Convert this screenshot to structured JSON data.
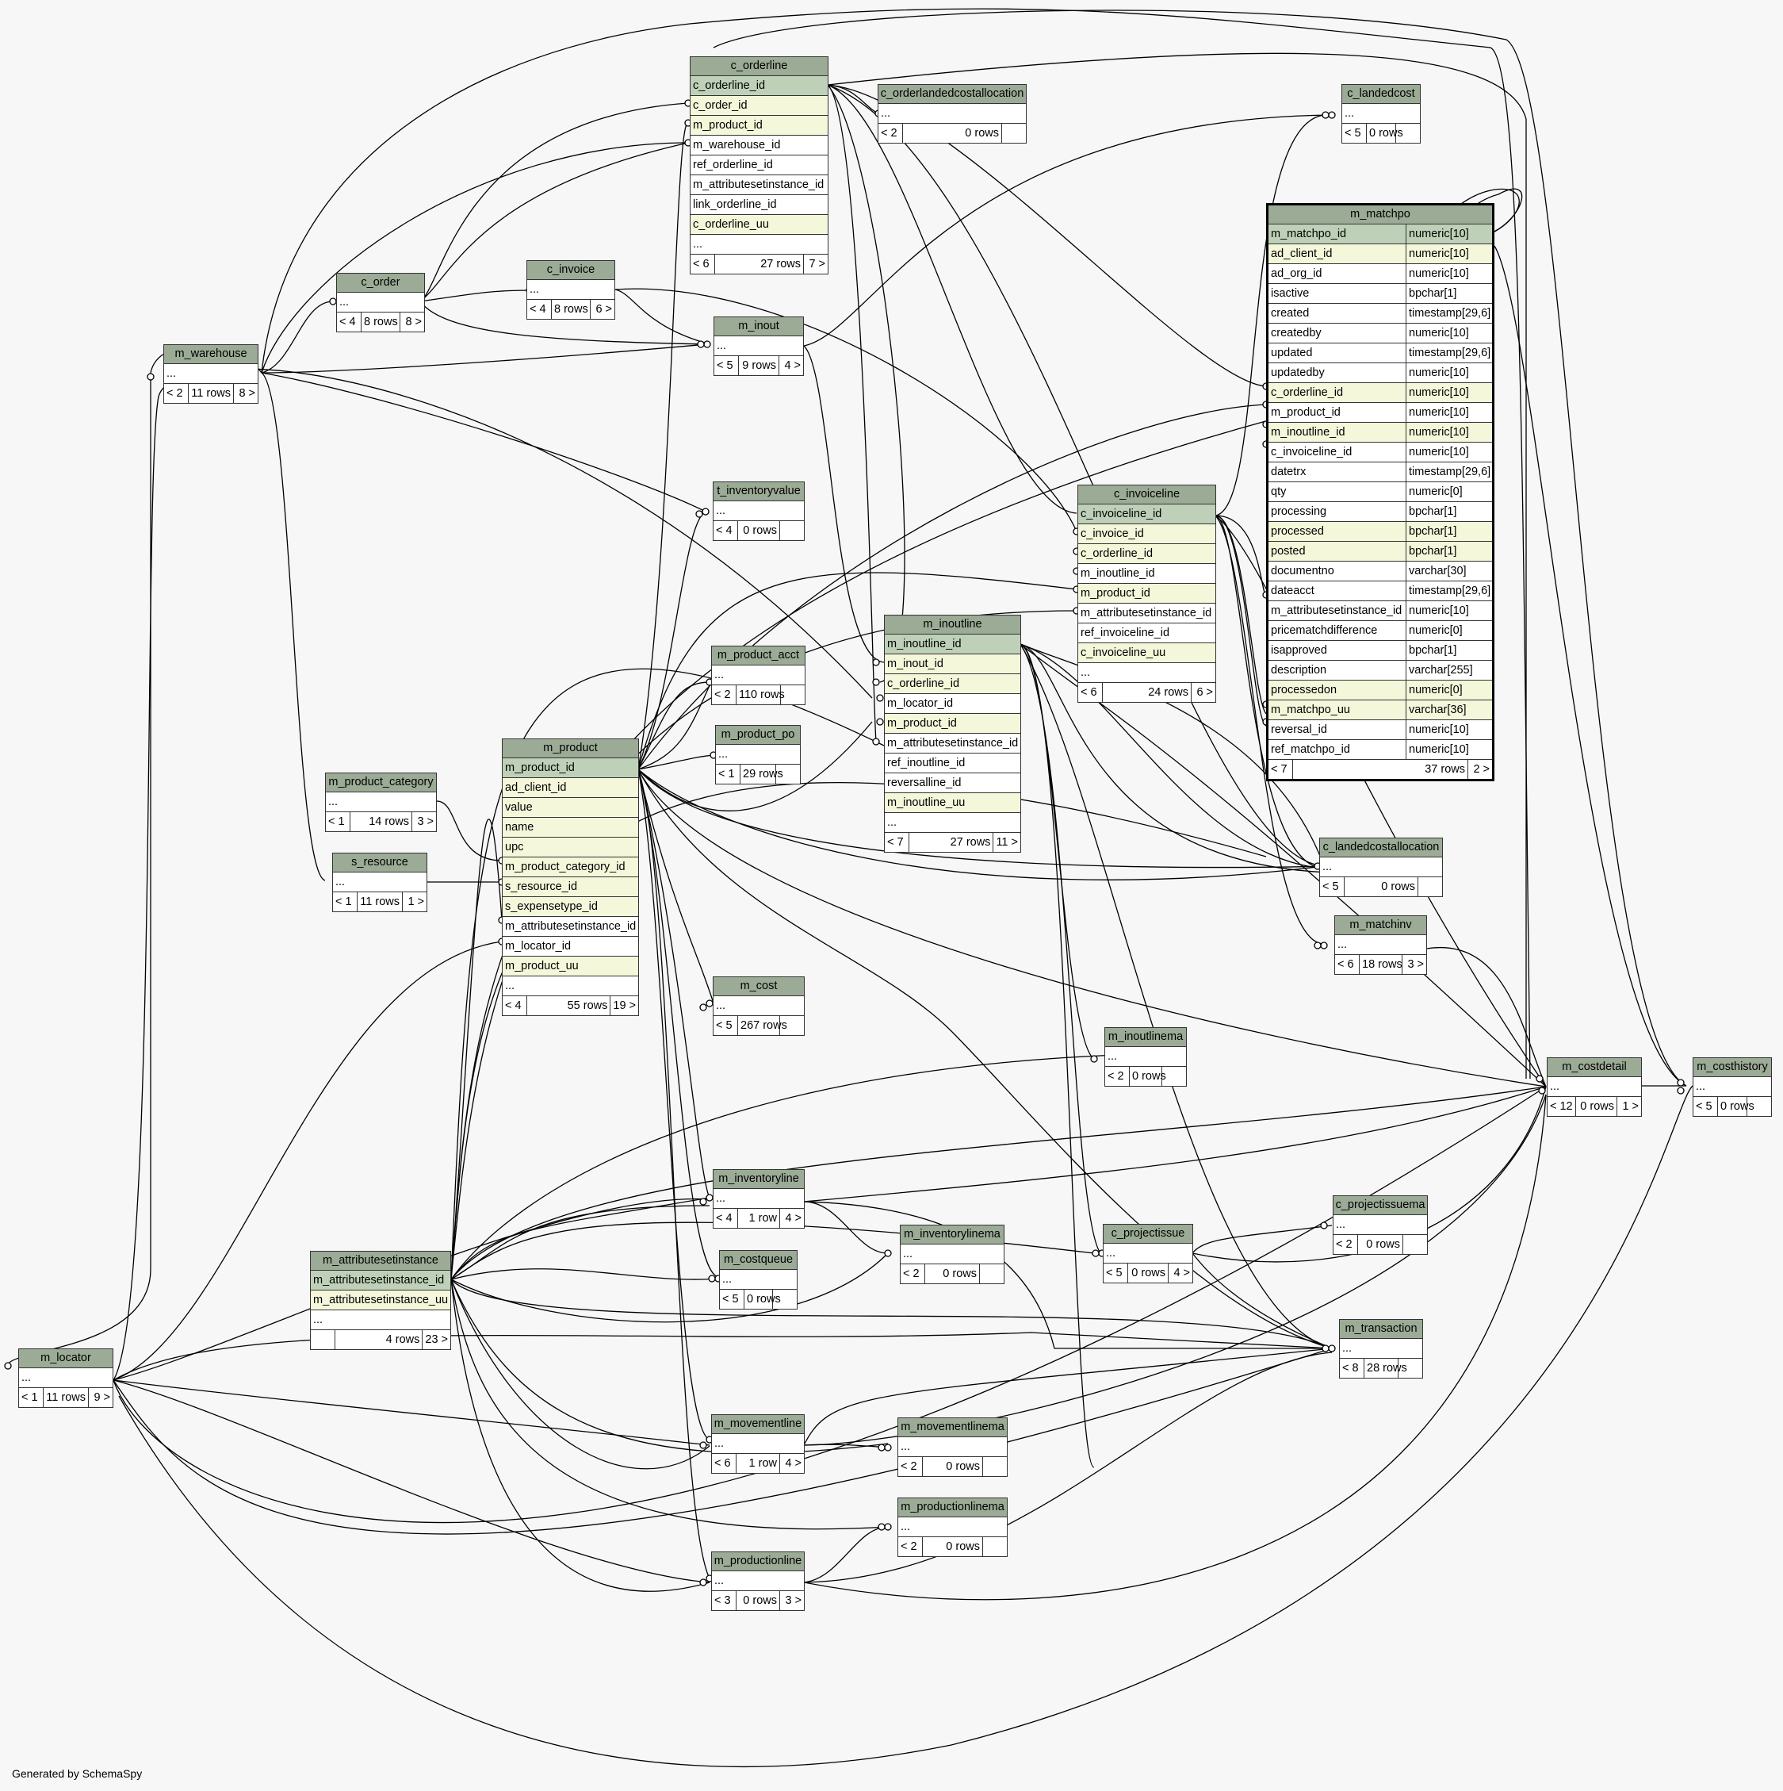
{
  "footer": "Generated by SchemaSpy",
  "tables": [
    {
      "id": "c_orderline",
      "name": "c_orderline",
      "rows": [
        {
          "name": "c_orderline_id",
          "kind": "pk"
        },
        {
          "name": "c_order_id",
          "kind": "fk"
        },
        {
          "name": "m_product_id",
          "kind": "fk"
        },
        {
          "name": "m_warehouse_id",
          "kind": ""
        },
        {
          "name": "ref_orderline_id",
          "kind": ""
        },
        {
          "name": "m_attributesetinstance_id",
          "kind": ""
        },
        {
          "name": "link_orderline_id",
          "kind": ""
        },
        {
          "name": "c_orderline_uu",
          "kind": "fk"
        },
        {
          "name": "...",
          "kind": ""
        }
      ],
      "footer": [
        "< 6",
        "27 rows",
        "7 >"
      ]
    },
    {
      "id": "c_orderlandedcostallocation",
      "name": "c_orderlandedcostallocation",
      "rows": [
        {
          "name": "...",
          "kind": ""
        }
      ],
      "footer": [
        "< 2",
        "0 rows",
        ""
      ]
    },
    {
      "id": "c_landedcost",
      "name": "c_landedcost",
      "rows": [
        {
          "name": "...",
          "kind": ""
        }
      ],
      "footer": [
        "< 5",
        "0 rows",
        ""
      ]
    },
    {
      "id": "m_matchpo",
      "name": "m_matchpo",
      "selected": true,
      "rows": [
        {
          "name": "m_matchpo_id",
          "type": "numeric[10]",
          "kind": "pk"
        },
        {
          "name": "ad_client_id",
          "type": "numeric[10]",
          "kind": "fk"
        },
        {
          "name": "ad_org_id",
          "type": "numeric[10]",
          "kind": ""
        },
        {
          "name": "isactive",
          "type": "bpchar[1]",
          "kind": ""
        },
        {
          "name": "created",
          "type": "timestamp[29,6]",
          "kind": ""
        },
        {
          "name": "createdby",
          "type": "numeric[10]",
          "kind": ""
        },
        {
          "name": "updated",
          "type": "timestamp[29,6]",
          "kind": ""
        },
        {
          "name": "updatedby",
          "type": "numeric[10]",
          "kind": ""
        },
        {
          "name": "c_orderline_id",
          "type": "numeric[10]",
          "kind": "fk"
        },
        {
          "name": "m_product_id",
          "type": "numeric[10]",
          "kind": ""
        },
        {
          "name": "m_inoutline_id",
          "type": "numeric[10]",
          "kind": "fk"
        },
        {
          "name": "c_invoiceline_id",
          "type": "numeric[10]",
          "kind": ""
        },
        {
          "name": "datetrx",
          "type": "timestamp[29,6]",
          "kind": ""
        },
        {
          "name": "qty",
          "type": "numeric[0]",
          "kind": ""
        },
        {
          "name": "processing",
          "type": "bpchar[1]",
          "kind": ""
        },
        {
          "name": "processed",
          "type": "bpchar[1]",
          "kind": "fk"
        },
        {
          "name": "posted",
          "type": "bpchar[1]",
          "kind": "fk"
        },
        {
          "name": "documentno",
          "type": "varchar[30]",
          "kind": ""
        },
        {
          "name": "dateacct",
          "type": "timestamp[29,6]",
          "kind": ""
        },
        {
          "name": "m_attributesetinstance_id",
          "type": "numeric[10]",
          "kind": ""
        },
        {
          "name": "pricematchdifference",
          "type": "numeric[0]",
          "kind": ""
        },
        {
          "name": "isapproved",
          "type": "bpchar[1]",
          "kind": ""
        },
        {
          "name": "description",
          "type": "varchar[255]",
          "kind": ""
        },
        {
          "name": "processedon",
          "type": "numeric[0]",
          "kind": "fk"
        },
        {
          "name": "m_matchpo_uu",
          "type": "varchar[36]",
          "kind": "fk"
        },
        {
          "name": "reversal_id",
          "type": "numeric[10]",
          "kind": ""
        },
        {
          "name": "ref_matchpo_id",
          "type": "numeric[10]",
          "kind": ""
        }
      ],
      "footer": [
        "< 7",
        "37 rows",
        "2 >"
      ]
    },
    {
      "id": "c_order",
      "name": "c_order",
      "rows": [
        {
          "name": "...",
          "kind": ""
        }
      ],
      "footer": [
        "< 4",
        "8 rows",
        "8 >"
      ]
    },
    {
      "id": "c_invoice",
      "name": "c_invoice",
      "rows": [
        {
          "name": "...",
          "kind": ""
        }
      ],
      "footer": [
        "< 4",
        "8 rows",
        "6 >"
      ]
    },
    {
      "id": "m_inout",
      "name": "m_inout",
      "rows": [
        {
          "name": "...",
          "kind": ""
        }
      ],
      "footer": [
        "< 5",
        "9 rows",
        "4 >"
      ]
    },
    {
      "id": "m_warehouse",
      "name": "m_warehouse",
      "rows": [
        {
          "name": "...",
          "kind": ""
        }
      ],
      "footer": [
        "< 2",
        "11 rows",
        "8 >"
      ]
    },
    {
      "id": "t_inventoryvalue",
      "name": "t_inventoryvalue",
      "rows": [
        {
          "name": "...",
          "kind": ""
        }
      ],
      "footer": [
        "< 4",
        "0 rows",
        ""
      ]
    },
    {
      "id": "c_invoiceline",
      "name": "c_invoiceline",
      "rows": [
        {
          "name": "c_invoiceline_id",
          "kind": "pk"
        },
        {
          "name": "c_invoice_id",
          "kind": "fk"
        },
        {
          "name": "c_orderline_id",
          "kind": "fk"
        },
        {
          "name": "m_inoutline_id",
          "kind": ""
        },
        {
          "name": "m_product_id",
          "kind": "fk"
        },
        {
          "name": "m_attributesetinstance_id",
          "kind": ""
        },
        {
          "name": "ref_invoiceline_id",
          "kind": ""
        },
        {
          "name": "c_invoiceline_uu",
          "kind": "fk"
        },
        {
          "name": "...",
          "kind": ""
        }
      ],
      "footer": [
        "< 6",
        "24 rows",
        "6 >"
      ]
    },
    {
      "id": "m_inoutline",
      "name": "m_inoutline",
      "rows": [
        {
          "name": "m_inoutline_id",
          "kind": "pk"
        },
        {
          "name": "m_inout_id",
          "kind": "fk"
        },
        {
          "name": "c_orderline_id",
          "kind": "fk"
        },
        {
          "name": "m_locator_id",
          "kind": ""
        },
        {
          "name": "m_product_id",
          "kind": "fk"
        },
        {
          "name": "m_attributesetinstance_id",
          "kind": ""
        },
        {
          "name": "ref_inoutline_id",
          "kind": ""
        },
        {
          "name": "reversalline_id",
          "kind": ""
        },
        {
          "name": "m_inoutline_uu",
          "kind": "fk"
        },
        {
          "name": "...",
          "kind": ""
        }
      ],
      "footer": [
        "< 7",
        "27 rows",
        "11 >"
      ]
    },
    {
      "id": "m_product_acct",
      "name": "m_product_acct",
      "rows": [
        {
          "name": "...",
          "kind": ""
        }
      ],
      "footer": [
        "< 2",
        "110 rows",
        ""
      ]
    },
    {
      "id": "m_product_po",
      "name": "m_product_po",
      "rows": [
        {
          "name": "...",
          "kind": ""
        }
      ],
      "footer": [
        "< 1",
        "29 rows",
        ""
      ]
    },
    {
      "id": "m_product",
      "name": "m_product",
      "rows": [
        {
          "name": "m_product_id",
          "kind": "pk"
        },
        {
          "name": "ad_client_id",
          "kind": "fk"
        },
        {
          "name": "value",
          "kind": "fk"
        },
        {
          "name": "name",
          "kind": "fk"
        },
        {
          "name": "upc",
          "kind": "fk"
        },
        {
          "name": "m_product_category_id",
          "kind": "fk"
        },
        {
          "name": "s_resource_id",
          "kind": "fk"
        },
        {
          "name": "s_expensetype_id",
          "kind": "fk"
        },
        {
          "name": "m_attributesetinstance_id",
          "kind": ""
        },
        {
          "name": "m_locator_id",
          "kind": ""
        },
        {
          "name": "m_product_uu",
          "kind": "fk"
        },
        {
          "name": "...",
          "kind": ""
        }
      ],
      "footer": [
        "< 4",
        "55 rows",
        "19 >"
      ]
    },
    {
      "id": "m_product_category",
      "name": "m_product_category",
      "rows": [
        {
          "name": "...",
          "kind": ""
        }
      ],
      "footer": [
        "< 1",
        "14 rows",
        "3 >"
      ]
    },
    {
      "id": "s_resource",
      "name": "s_resource",
      "rows": [
        {
          "name": "...",
          "kind": ""
        }
      ],
      "footer": [
        "< 1",
        "11 rows",
        "1 >"
      ]
    },
    {
      "id": "c_landedcostallocation",
      "name": "c_landedcostallocation",
      "rows": [
        {
          "name": "...",
          "kind": ""
        }
      ],
      "footer": [
        "< 5",
        "0 rows",
        ""
      ]
    },
    {
      "id": "m_matchinv",
      "name": "m_matchinv",
      "rows": [
        {
          "name": "...",
          "kind": ""
        }
      ],
      "footer": [
        "< 6",
        "18 rows",
        "3 >"
      ]
    },
    {
      "id": "m_cost",
      "name": "m_cost",
      "rows": [
        {
          "name": "...",
          "kind": ""
        }
      ],
      "footer": [
        "< 5",
        "267 rows",
        ""
      ]
    },
    {
      "id": "m_inoutlinema",
      "name": "m_inoutlinema",
      "rows": [
        {
          "name": "...",
          "kind": ""
        }
      ],
      "footer": [
        "< 2",
        "0 rows",
        ""
      ]
    },
    {
      "id": "m_costdetail",
      "name": "m_costdetail",
      "rows": [
        {
          "name": "...",
          "kind": ""
        }
      ],
      "footer": [
        "< 12",
        "0 rows",
        "1 >"
      ]
    },
    {
      "id": "m_costhistory",
      "name": "m_costhistory",
      "rows": [
        {
          "name": "...",
          "kind": ""
        }
      ],
      "footer": [
        "< 5",
        "0 rows",
        ""
      ]
    },
    {
      "id": "m_inventoryline",
      "name": "m_inventoryline",
      "rows": [
        {
          "name": "...",
          "kind": ""
        }
      ],
      "footer": [
        "< 4",
        "1 row",
        "4 >"
      ]
    },
    {
      "id": "c_projectissuema",
      "name": "c_projectissuema",
      "rows": [
        {
          "name": "...",
          "kind": ""
        }
      ],
      "footer": [
        "< 2",
        "0 rows",
        ""
      ]
    },
    {
      "id": "m_inventorylinema",
      "name": "m_inventorylinema",
      "rows": [
        {
          "name": "...",
          "kind": ""
        }
      ],
      "footer": [
        "< 2",
        "0 rows",
        ""
      ]
    },
    {
      "id": "c_projectissue",
      "name": "c_projectissue",
      "rows": [
        {
          "name": "...",
          "kind": ""
        }
      ],
      "footer": [
        "< 5",
        "0 rows",
        "4 >"
      ]
    },
    {
      "id": "m_attributesetinstance",
      "name": "m_attributesetinstance",
      "rows": [
        {
          "name": "m_attributesetinstance_id",
          "kind": "pk"
        },
        {
          "name": "m_attributesetinstance_uu",
          "kind": "fk"
        },
        {
          "name": "...",
          "kind": ""
        }
      ],
      "footer": [
        "",
        "4 rows",
        "23 >"
      ]
    },
    {
      "id": "m_costqueue",
      "name": "m_costqueue",
      "rows": [
        {
          "name": "...",
          "kind": ""
        }
      ],
      "footer": [
        "< 5",
        "0 rows",
        ""
      ]
    },
    {
      "id": "m_transaction",
      "name": "m_transaction",
      "rows": [
        {
          "name": "...",
          "kind": ""
        }
      ],
      "footer": [
        "< 8",
        "28 rows",
        ""
      ]
    },
    {
      "id": "m_locator",
      "name": "m_locator",
      "rows": [
        {
          "name": "...",
          "kind": ""
        }
      ],
      "footer": [
        "< 1",
        "11 rows",
        "9 >"
      ]
    },
    {
      "id": "m_movementline",
      "name": "m_movementline",
      "rows": [
        {
          "name": "...",
          "kind": ""
        }
      ],
      "footer": [
        "< 6",
        "1 row",
        "4 >"
      ]
    },
    {
      "id": "m_movementlinema",
      "name": "m_movementlinema",
      "rows": [
        {
          "name": "...",
          "kind": ""
        }
      ],
      "footer": [
        "< 2",
        "0 rows",
        ""
      ]
    },
    {
      "id": "m_productionlinema",
      "name": "m_productionlinema",
      "rows": [
        {
          "name": "...",
          "kind": ""
        }
      ],
      "footer": [
        "< 2",
        "0 rows",
        ""
      ]
    },
    {
      "id": "m_productionline",
      "name": "m_productionline",
      "rows": [
        {
          "name": "...",
          "kind": ""
        }
      ],
      "footer": [
        "< 3",
        "0 rows",
        "3 >"
      ]
    }
  ]
}
